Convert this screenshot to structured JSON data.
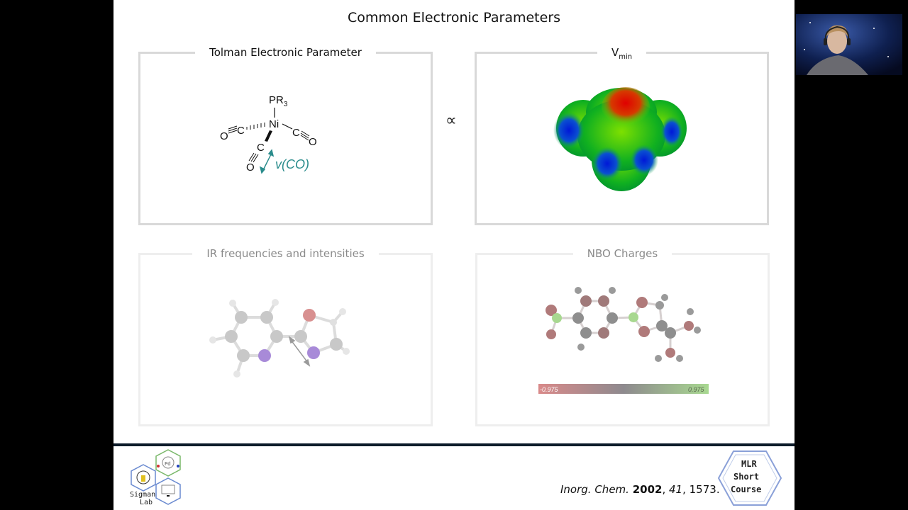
{
  "slide": {
    "title": "Common Electronic Parameters",
    "proportional_symbol": "∝",
    "citation": {
      "journal": "Inorg. Chem.",
      "year": "2002",
      "volume": "41",
      "pages": "1573."
    }
  },
  "panels": {
    "tolman": {
      "title": "Tolman Electronic Parameter"
    },
    "vmin": {
      "title": "V",
      "subscript": "min"
    },
    "ir": {
      "title": "IR frequencies and intensities"
    },
    "nbo": {
      "title": "NBO Charges",
      "scale_min": "-0.975",
      "scale_max": "0.975"
    }
  },
  "molecule": {
    "top": "PR",
    "top_sub": "3",
    "metal": "Ni",
    "left_c": "C",
    "left_o": "O",
    "right_c": "C",
    "right_o": "O",
    "bottom_c": "C",
    "bottom_o": "O",
    "stretch_label": "v(CO)"
  },
  "logos": {
    "left": "Sigman Lab",
    "left_line1": "Sigman",
    "left_line2": "Lab",
    "left_pd": "Pd",
    "right_line1": "MLR",
    "right_line2": "Short",
    "right_line3": "Course"
  },
  "colors": {
    "accent_teal": "#2a8c8c",
    "footer_bar": "#0d1b2a",
    "panel_border": "#d9d9d9"
  }
}
